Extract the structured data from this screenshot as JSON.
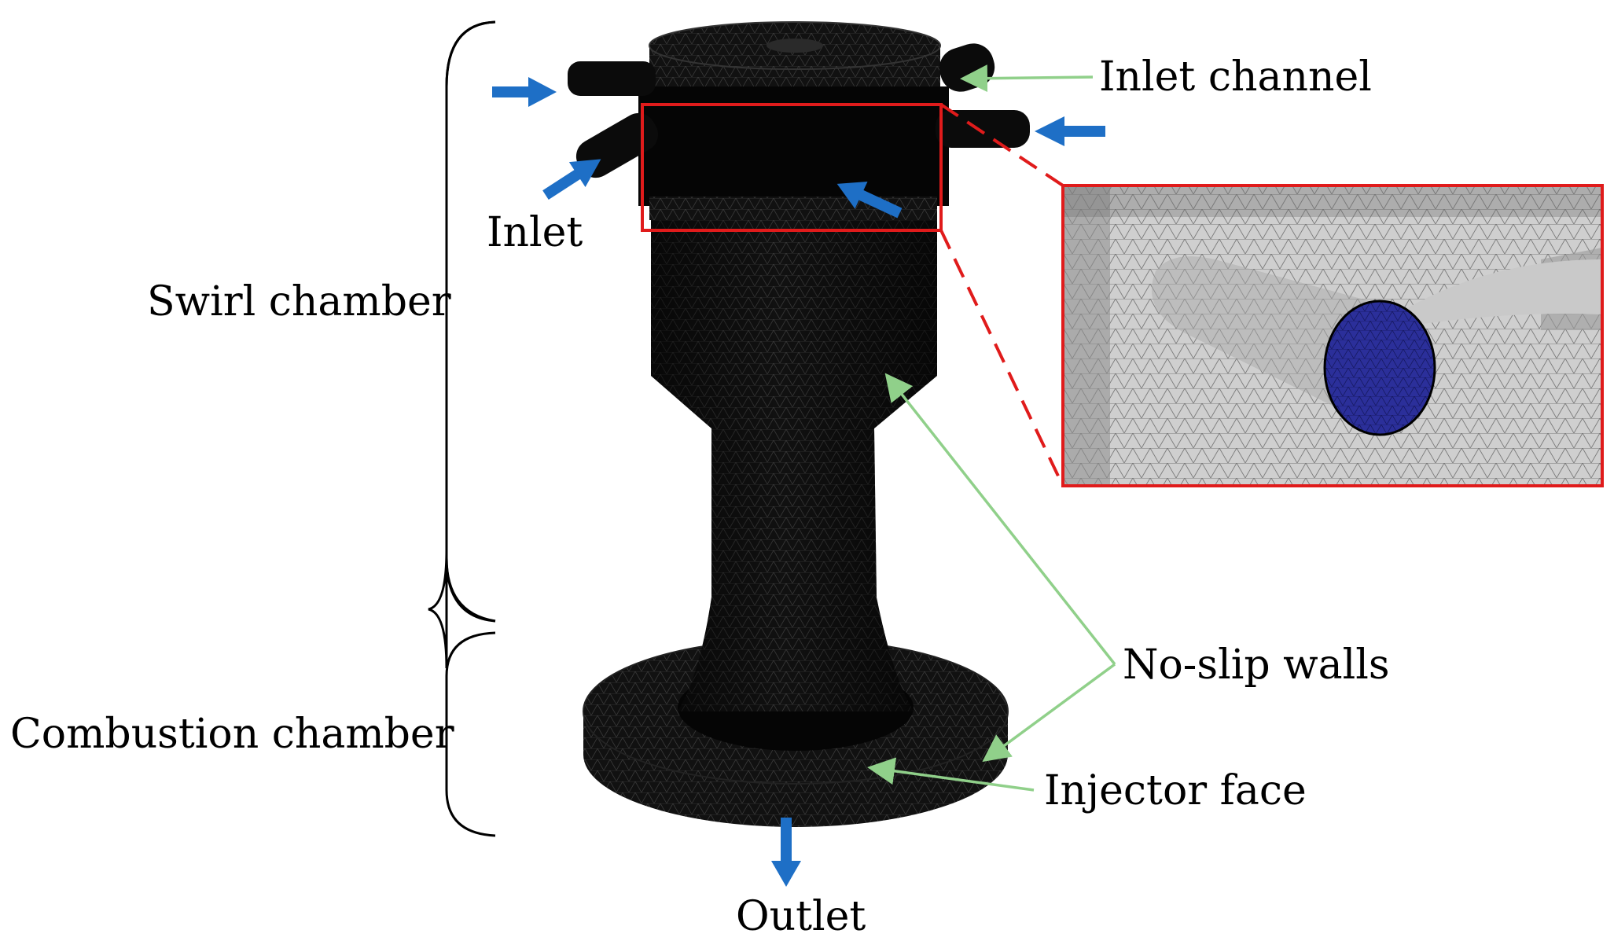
{
  "labels": {
    "inlet_channel": "Inlet channel",
    "inlet": "Inlet",
    "swirl_chamber": "Swirl chamber",
    "no_slip_walls": "No-slip walls",
    "combustion_chamber": "Combustion chamber",
    "injector_face": "Injector face",
    "outlet": "Outlet"
  },
  "colors": {
    "mesh_body": "#0d0d0d",
    "flow_arrow": "#1e6fc6",
    "leader_line": "#90d08a",
    "zoom_frame": "#e01b1b",
    "inlet_face": "#2b2f9a",
    "zoom_background": "#bdbdbd"
  }
}
